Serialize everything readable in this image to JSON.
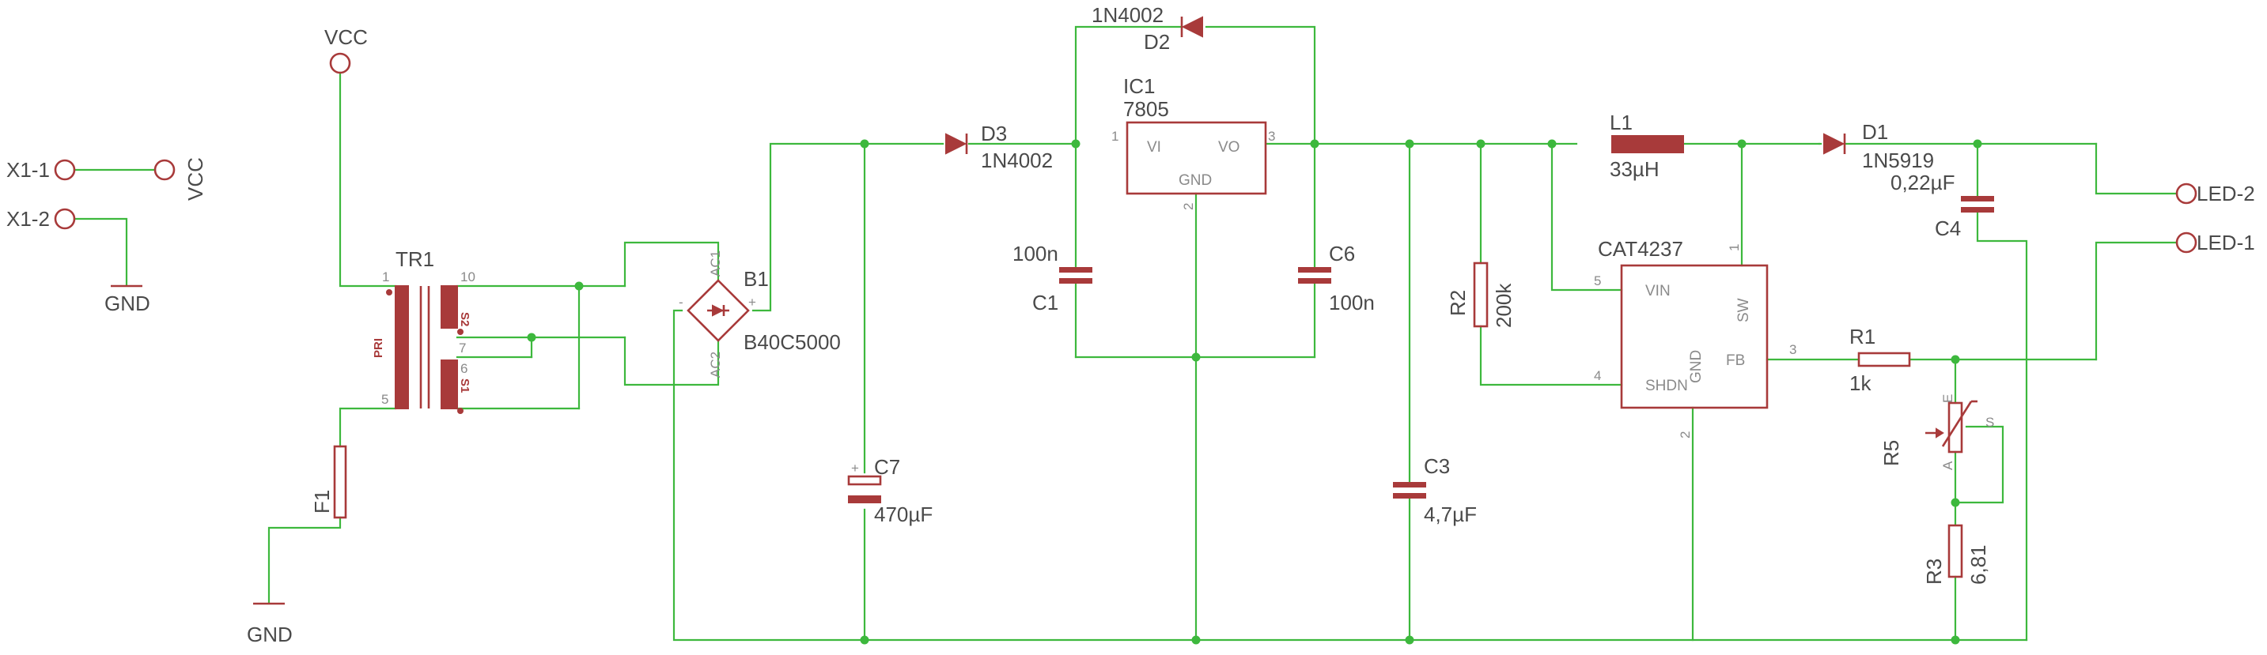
{
  "connectors": {
    "x1_1": "X1-1",
    "x1_2": "X1-2",
    "vcc_x1": "VCC",
    "gnd_x1": "GND",
    "vcc_tr": "VCC",
    "gnd_f1": "GND",
    "led2": "LED-2",
    "led1": "LED-1"
  },
  "transformer": {
    "name": "TR1",
    "pri": "PRI",
    "s1": "S1",
    "s2": "S2",
    "pin1": "1",
    "pin5": "5",
    "pin10": "10",
    "pin7": "7",
    "pin6": "6"
  },
  "fuse": {
    "name": "F1"
  },
  "bridge": {
    "name": "B1",
    "value": "B40C5000",
    "ac1": "AC1",
    "ac2": "AC2",
    "plus": "+",
    "minus": "-"
  },
  "diodes": {
    "d3_name": "D3",
    "d3_value": "1N4002",
    "d2_name": "D2",
    "d2_value": "1N4002",
    "d1_name": "D1",
    "d1_value": "1N5919"
  },
  "ic1": {
    "name": "IC1",
    "value": "7805",
    "vi": "VI",
    "vo": "VO",
    "gnd": "GND",
    "pin1": "1",
    "pin2": "2",
    "pin3": "3"
  },
  "capacitors": {
    "c1_name": "C1",
    "c1_value": "100n",
    "c6_name": "C6",
    "c6_value": "100n",
    "c7_name": "C7",
    "c7_value": "470µF",
    "c7_plus": "+",
    "c3_name": "C3",
    "c3_value": "4,7µF",
    "c4_name": "C4",
    "c4_value": "0,22µF"
  },
  "inductor": {
    "name": "L1",
    "value": "33µH"
  },
  "resistors": {
    "r2_name": "R2",
    "r2_value": "200k",
    "r1_name": "R1",
    "r1_value": "1k",
    "r3_name": "R3",
    "r3_value": "6,81",
    "r5_name": "R5",
    "r5_e": "E",
    "r5_a": "A",
    "r5_s": "S"
  },
  "cat4237": {
    "name": "CAT4237",
    "vin": "VIN",
    "sw": "SW",
    "fb": "FB",
    "shdn": "SHDN",
    "gnd": "GND",
    "pin1": "1",
    "pin2": "2",
    "pin3": "3",
    "pin4": "4",
    "pin5": "5"
  }
}
